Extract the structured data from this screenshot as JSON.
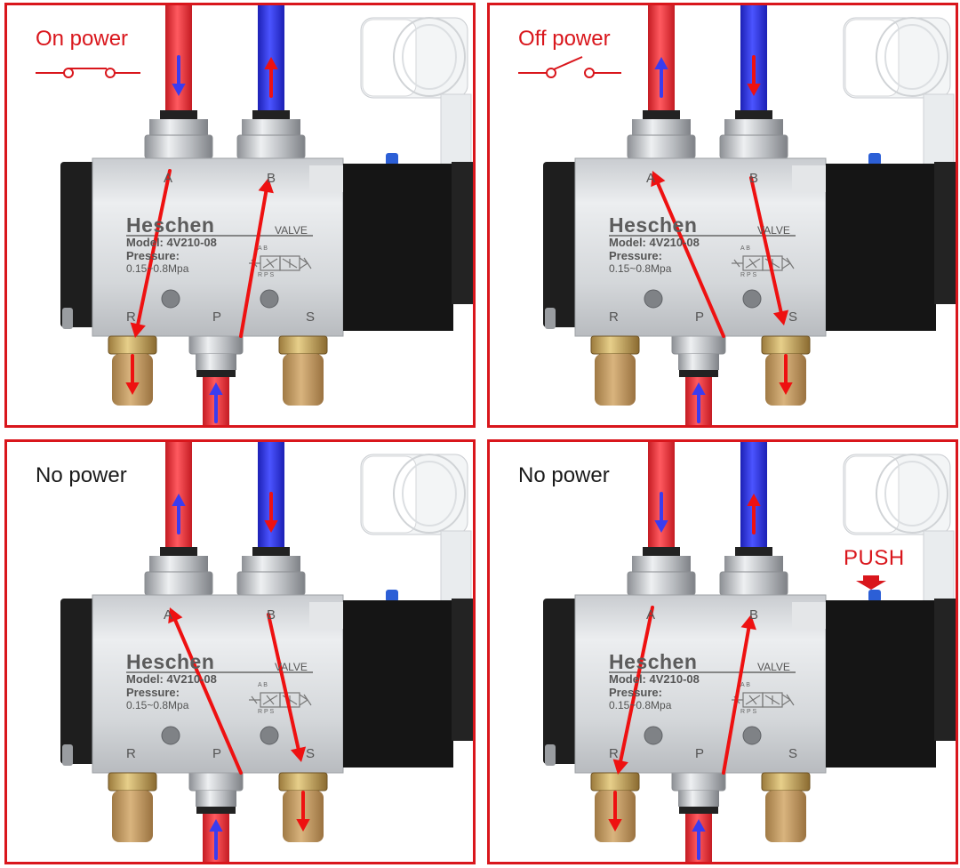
{
  "panels": [
    {
      "caption": "On power",
      "caption_color": "red",
      "switch": "closed",
      "pipe_a_flow": "down",
      "pipe_b_flow": "up",
      "flow_paths": [
        "A-R",
        "P-B"
      ],
      "exhaust_active": "R",
      "push_label": ""
    },
    {
      "caption": "Off power",
      "caption_color": "red",
      "switch": "open",
      "pipe_a_flow": "up",
      "pipe_b_flow": "down",
      "flow_paths": [
        "P-A",
        "B-S"
      ],
      "exhaust_active": "S",
      "push_label": ""
    },
    {
      "caption": "No power",
      "caption_color": "black",
      "switch": "none",
      "pipe_a_flow": "up",
      "pipe_b_flow": "down",
      "flow_paths": [
        "P-A",
        "B-S"
      ],
      "exhaust_active": "S",
      "push_label": ""
    },
    {
      "caption": "No power",
      "caption_color": "black",
      "switch": "none",
      "pipe_a_flow": "down",
      "pipe_b_flow": "up",
      "flow_paths": [
        "A-R",
        "P-B"
      ],
      "exhaust_active": "R",
      "push_label": "PUSH"
    }
  ],
  "valve": {
    "brand": "Heschen",
    "type_label": "VALVE",
    "model": "Model: 4V210-08",
    "pressure_label": "Pressure:",
    "pressure_range": "0.15~0.8Mpa",
    "ports": {
      "A": "A",
      "B": "B",
      "R": "R",
      "P": "P",
      "S": "S"
    },
    "symbol_top": "A B",
    "symbol_bottom": "R P S"
  },
  "colors": {
    "border": "#d9161c",
    "pipe_red": "#e8242c",
    "pipe_blue": "#2a2ee0",
    "flow_arrow": "#ee1111",
    "body": "#d6d8db",
    "solenoid": "#151515",
    "muffler": "#c49a62"
  }
}
